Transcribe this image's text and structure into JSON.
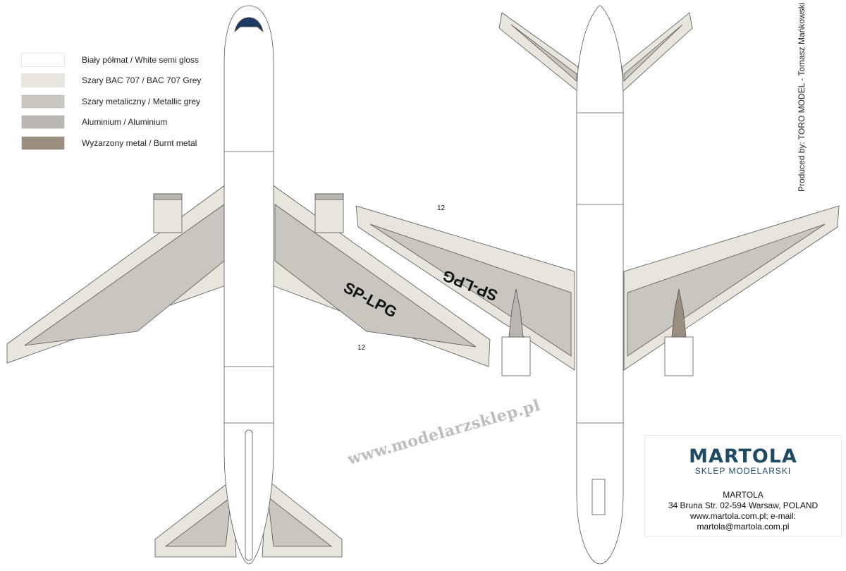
{
  "legend": [
    {
      "label": "Biały półmat / White semi gloss",
      "color": "#ffffff"
    },
    {
      "label": "Szary BAC 707 / BAC 707 Grey",
      "color": "#e8e5dd"
    },
    {
      "label": "Szary metaliczny / Metallic grey",
      "color": "#c9c6bf"
    },
    {
      "label": "Aluminium / Aluminium",
      "color": "#b9b6b2"
    },
    {
      "label": "Wyżarzony metal / Burnt metal",
      "color": "#9a8e7e"
    }
  ],
  "credit": "Produced by:   TORO MODEL - Tomasz Mańkowski",
  "watermark": "www.modelarzsklep.pl",
  "registration_top": "SP-LPG",
  "registration_bottom": "SP-LPG",
  "callouts": [
    "12",
    "12"
  ],
  "shop": {
    "logo": "MARTOLA",
    "logo_sub": "SKLEP MODELARSKI",
    "name": "MARTOLA",
    "address": "34 Bruna Str. 02-594 Warsaw, POLAND",
    "contact": "www.martola.com.pl; e-mail: martola@martola.com.pl"
  }
}
